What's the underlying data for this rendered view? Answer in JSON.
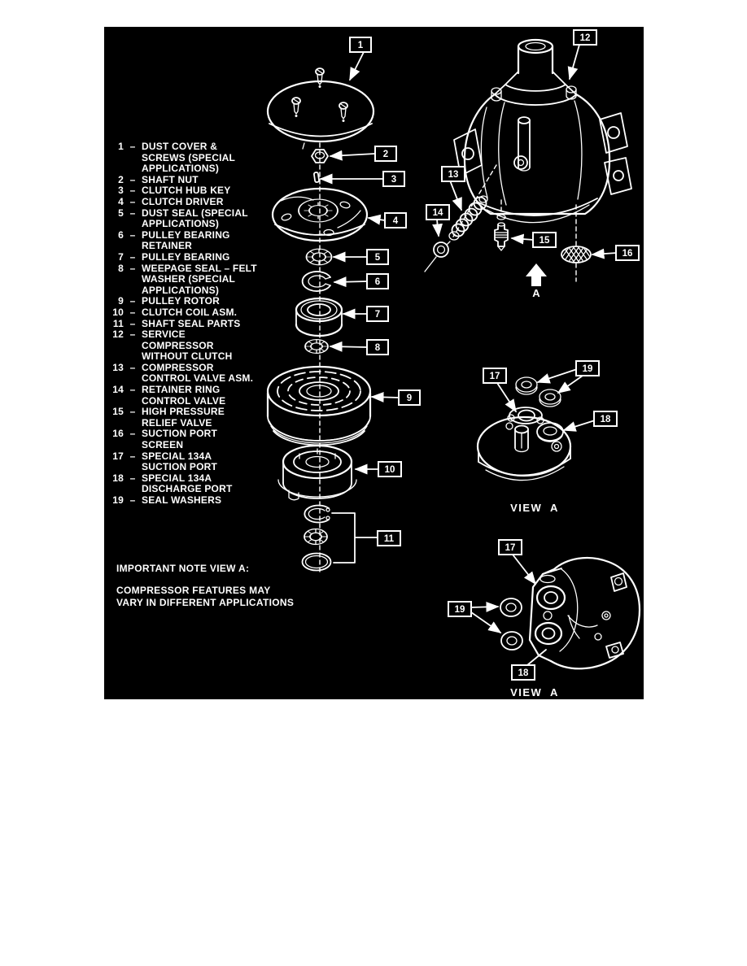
{
  "figure": {
    "background": "#000000",
    "ink": "#ffffff",
    "dash": "–",
    "note": {
      "title": "IMPORTANT NOTE VIEW A:",
      "line1": "COMPRESSOR FEATURES MAY",
      "line2": "VARY IN DIFFERENT APPLICATIONS"
    },
    "labels": {
      "view_a_top": "VIEW  A",
      "view_a_bottom": "VIEW  A",
      "arrow_a": "A"
    },
    "callouts": {
      "c1": "1",
      "c2": "2",
      "c3": "3",
      "c4": "4",
      "c5": "5",
      "c6": "6",
      "c7": "7",
      "c8": "8",
      "c9": "9",
      "c10": "10",
      "c11": "11",
      "c12": "12",
      "c13": "13",
      "c14": "14",
      "c15": "15",
      "c16": "16",
      "c17": "17",
      "c18": "18",
      "c19": "19"
    }
  },
  "parts": [
    {
      "num": "1",
      "label": "DUST COVER &\nSCREWS (SPECIAL\nAPPLICATIONS)"
    },
    {
      "num": "2",
      "label": "SHAFT NUT"
    },
    {
      "num": "3",
      "label": "CLUTCH HUB KEY"
    },
    {
      "num": "4",
      "label": "CLUTCH DRIVER"
    },
    {
      "num": "5",
      "label": "DUST SEAL (SPECIAL\nAPPLICATIONS)"
    },
    {
      "num": "6",
      "label": "PULLEY BEARING\nRETAINER"
    },
    {
      "num": "7",
      "label": "PULLEY BEARING"
    },
    {
      "num": "8",
      "label": "WEEPAGE SEAL – FELT\nWASHER (SPECIAL\nAPPLICATIONS)"
    },
    {
      "num": "9",
      "label": "PULLEY ROTOR"
    },
    {
      "num": "10",
      "label": "CLUTCH COIL ASM."
    },
    {
      "num": "11",
      "label": "SHAFT SEAL PARTS"
    },
    {
      "num": "12",
      "label": "SERVICE\nCOMPRESSOR\nWITHOUT CLUTCH"
    },
    {
      "num": "13",
      "label": "COMPRESSOR\nCONTROL VALVE ASM."
    },
    {
      "num": "14",
      "label": "RETAINER RING\nCONTROL VALVE"
    },
    {
      "num": "15",
      "label": "HIGH PRESSURE\nRELIEF VALVE"
    },
    {
      "num": "16",
      "label": "SUCTION PORT\nSCREEN"
    },
    {
      "num": "17",
      "label": "SPECIAL 134A\nSUCTION PORT"
    },
    {
      "num": "18",
      "label": "SPECIAL 134A\nDISCHARGE PORT"
    },
    {
      "num": "19",
      "label": "SEAL WASHERS"
    }
  ]
}
